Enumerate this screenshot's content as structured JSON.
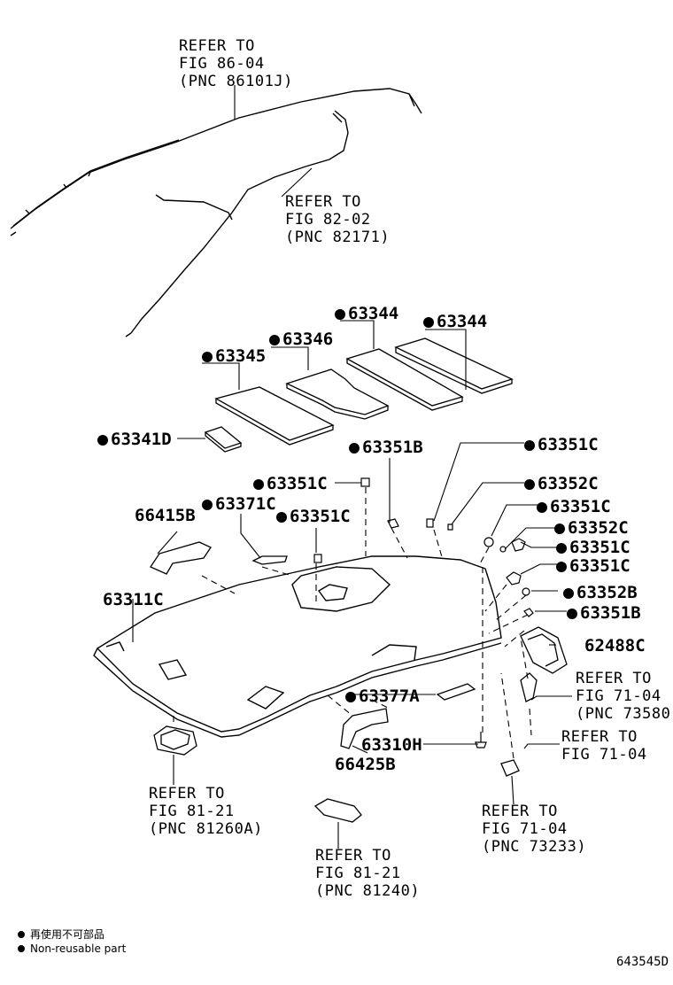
{
  "refs": {
    "r1": [
      "REFER TO",
      "FIG 86-04",
      "(PNC 86101J)"
    ],
    "r2": [
      "REFER TO",
      "FIG 82-02",
      "(PNC 82171)"
    ],
    "r3": [
      "REFER TO",
      "FIG 71-04",
      "(PNC 73580)"
    ],
    "r4": [
      "REFER TO",
      "FIG 71-04"
    ],
    "r5": [
      "REFER TO",
      "FIG 81-21",
      "(PNC 81260A)"
    ],
    "r6": [
      "REFER TO",
      "FIG 71-04",
      "(PNC 73233)"
    ],
    "r7": [
      "REFER TO",
      "FIG 81-21",
      "(PNC 81240)"
    ]
  },
  "parts": {
    "p63344a": "63344",
    "p63344b": "63344",
    "p63346": "63346",
    "p63345": "63345",
    "p63341D": "63341D",
    "p63351B_top": "63351B",
    "p63351C_r1": "63351C",
    "p63351C_mid": "63351C",
    "p63352C_r1": "63352C",
    "p66415B": "66415B",
    "p63371C": "63371C",
    "p63351C_c": "63351C",
    "p63351C_r2": "63351C",
    "p63352C_r2": "63352C",
    "p63351C_r3": "63351C",
    "p63351C_r4": "63351C",
    "p63352B": "63352B",
    "p63351B_r": "63351B",
    "p63311C": "63311C",
    "p62488C": "62488C",
    "p63377A": "63377A",
    "p63310H": "63310H",
    "p66425B": "66425B"
  },
  "legend": {
    "jp": "再使用不可部品",
    "en": "Non-reusable part"
  },
  "diagram_code": "643545D"
}
